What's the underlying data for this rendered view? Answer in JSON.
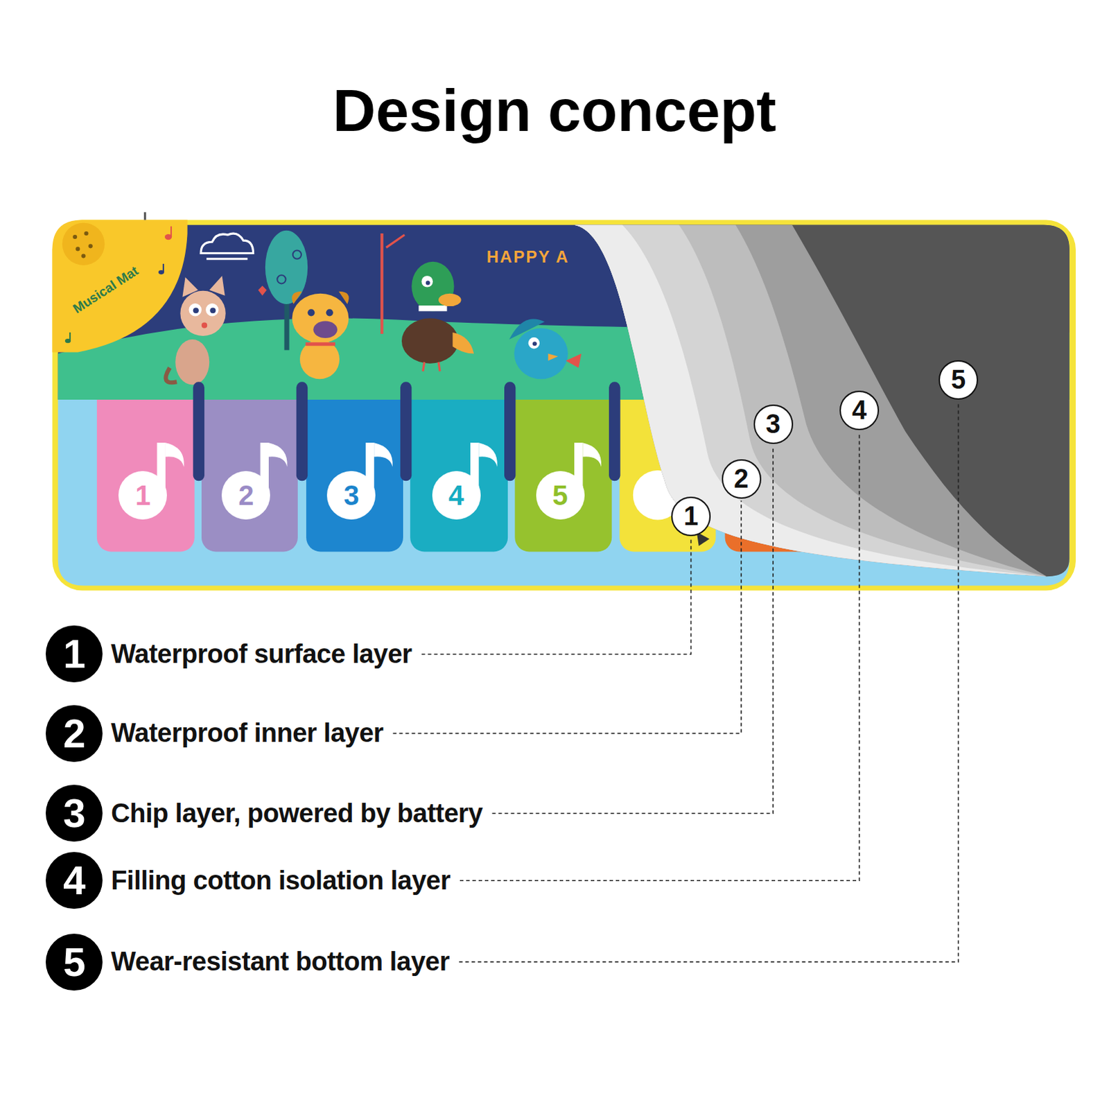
{
  "diagram": {
    "title": "Design concept",
    "nodes": [
      {
        "text": [
          "1"
        ]
      },
      {
        "text": [
          "2"
        ]
      },
      {
        "text": [
          "3"
        ]
      },
      {
        "text": [
          "4"
        ]
      },
      {
        "text": [
          "5"
        ]
      },
      {
        "text": [
          "1"
        ]
      },
      {
        "text": [
          "2"
        ]
      },
      {
        "text": [
          "3"
        ]
      },
      {
        "text": [
          "4"
        ]
      },
      {
        "text": [
          "5"
        ]
      },
      {
        "text": [
          "1",
          "Waterproof surface layer"
        ]
      },
      {
        "text": [
          "2",
          "Waterproof inner layer"
        ]
      },
      {
        "text": [
          "3",
          "Chip layer, powered by battery"
        ]
      },
      {
        "text": [
          "4",
          "Filling cotton isolation layer"
        ]
      },
      {
        "text": [
          "5",
          "Wear-resistant bottom layer"
        ]
      }
    ],
    "edges": [
      {
        "from": 10,
        "to": 5,
        "arrow": "none"
      },
      {
        "from": 11,
        "to": 6,
        "arrow": "none"
      },
      {
        "from": 12,
        "to": 7,
        "arrow": "none"
      },
      {
        "from": 13,
        "to": 8,
        "arrow": "none"
      },
      {
        "from": 14,
        "to": 9,
        "arrow": "none"
      }
    ],
    "labels": [
      "Musical Mat",
      "HAPPY A"
    ]
  }
}
